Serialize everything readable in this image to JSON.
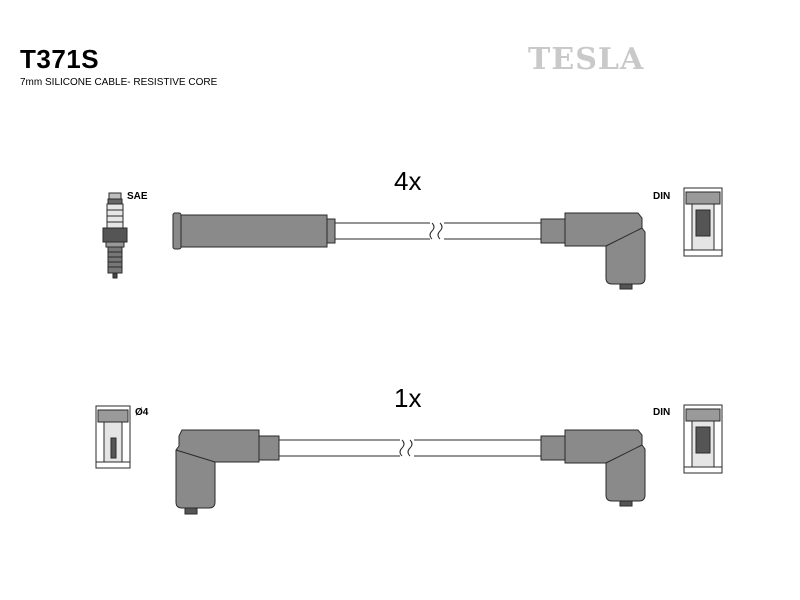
{
  "header": {
    "part_number": "T371S",
    "description": "7mm SILICONE CABLE- RESISTIVE CORE",
    "brand": "TESLA"
  },
  "top_lead": {
    "quantity": "4x",
    "left_terminal_label": "SAE",
    "right_terminal_label": "DIN"
  },
  "bottom_lead": {
    "quantity": "1x",
    "left_terminal_label": "Ø4",
    "right_terminal_label": "DIN"
  },
  "colors": {
    "boot_fill": "#8a8a8a",
    "outline": "#2a2a2a",
    "brand_gray": "#c9c9c9"
  }
}
